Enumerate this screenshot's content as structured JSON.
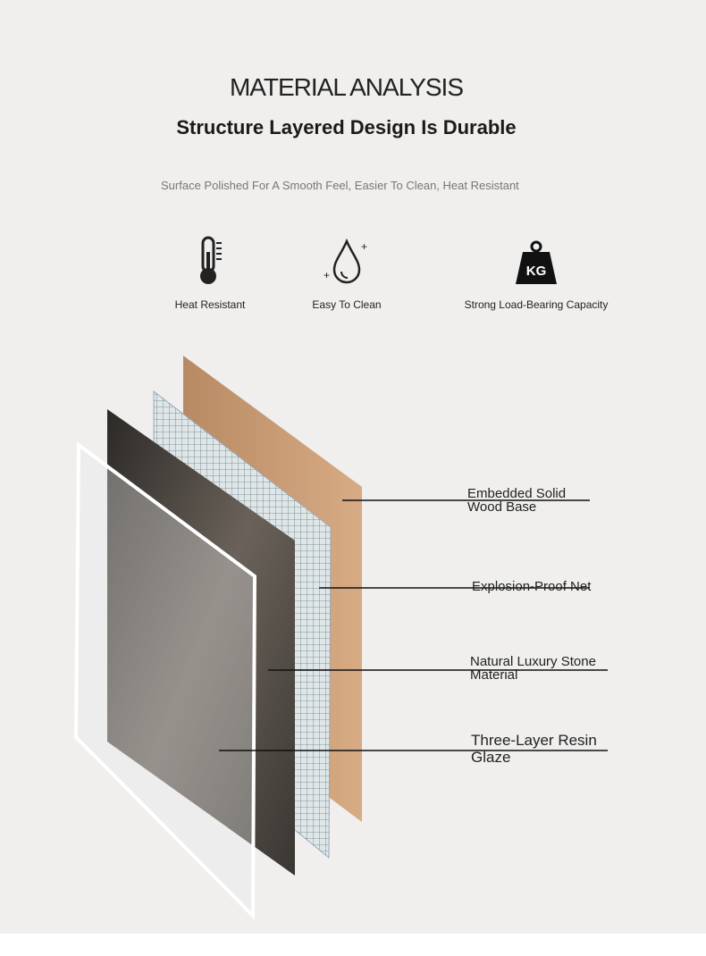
{
  "header": {
    "title": "MATERIAL ANALYSIS",
    "subtitle": "Structure Layered Design Is Durable",
    "description": "Surface Polished For A Smooth Feel, Easier To Clean, Heat Resistant"
  },
  "features": [
    {
      "icon": "thermometer-icon",
      "label": "Heat Resistant"
    },
    {
      "icon": "water-drop-icon",
      "label": "Easy To Clean"
    },
    {
      "icon": "kg-weight-icon",
      "label": "Strong Load-Bearing Capacity",
      "badge": "KG"
    }
  ],
  "layers": [
    {
      "label_line1": "Embedded Solid",
      "label_line2": "Wood Base"
    },
    {
      "label_line1": "Explosion-Proof Net"
    },
    {
      "label_line1": "Natural Luxury Stone",
      "label_line2": "Material"
    },
    {
      "label_line1": "Three-Layer Resin",
      "label_line2": "Glaze"
    }
  ],
  "colors": {
    "background": "#f0efee",
    "wood": "#c99a72",
    "stone": "#3a3632"
  }
}
